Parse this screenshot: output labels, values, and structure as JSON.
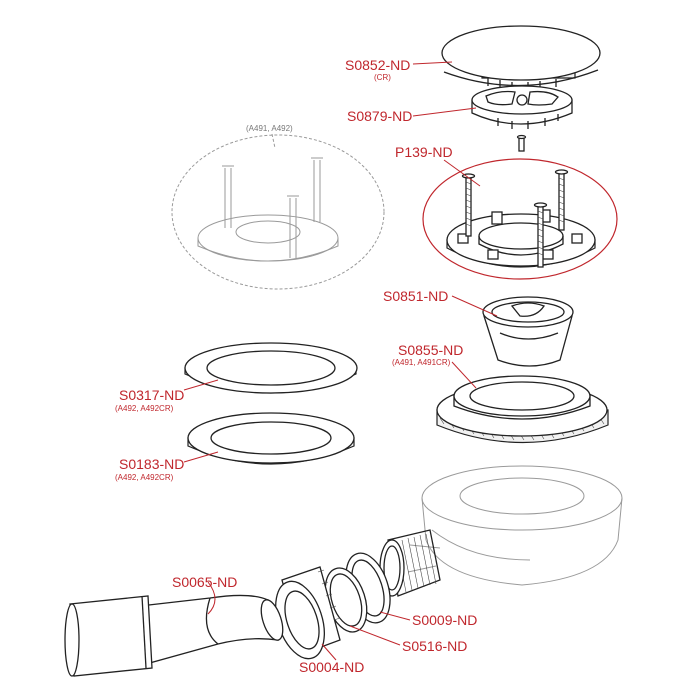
{
  "colors": {
    "accent": "#c0272d",
    "line": "#222222",
    "ghost": "#9a9a9a"
  },
  "labels": {
    "s0852": {
      "code": "S0852-ND",
      "note": "(CR)"
    },
    "s0879": {
      "code": "S0879-ND"
    },
    "p139": {
      "code": "P139-ND"
    },
    "ghost_assembly": {
      "note": "(A491, A492)"
    },
    "s0851": {
      "code": "S0851-ND"
    },
    "s0855": {
      "code": "S0855-ND",
      "note": "(A491, A491CR)"
    },
    "s0317": {
      "code": "S0317-ND",
      "note": "(A492, A492CR)"
    },
    "s0183": {
      "code": "S0183-ND",
      "note": "(A492, A492CR)"
    },
    "s0065": {
      "code": "S0065-ND"
    },
    "s0009": {
      "code": "S0009-ND"
    },
    "s0516": {
      "code": "S0516-ND"
    },
    "s0004": {
      "code": "S0004-ND"
    }
  }
}
